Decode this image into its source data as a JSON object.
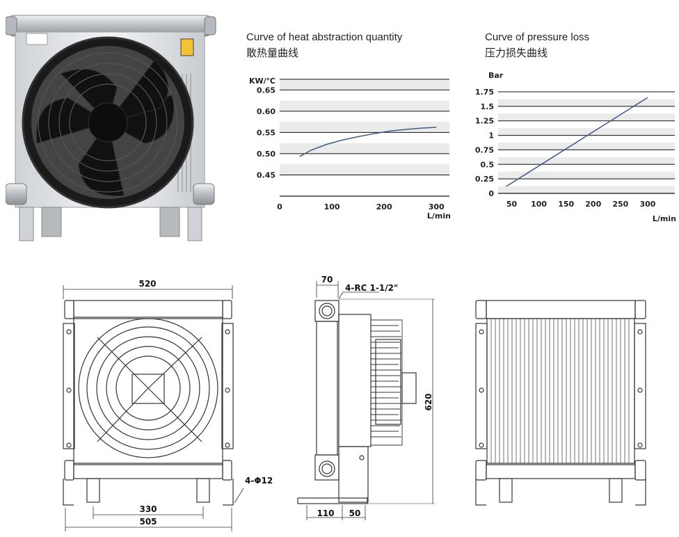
{
  "product_photo": {
    "name": "air-cooled oil cooler with axial fan"
  },
  "charts_text": {
    "heat_title_en": "Curve of heat abstraction quantity",
    "heat_title_zh": "散热量曲线",
    "pressure_title_en": "Curve of pressure loss",
    "pressure_title_zh": "压力损失曲线"
  },
  "chart_data": [
    {
      "type": "line",
      "title": "Curve of heat abstraction quantity 散热量曲线",
      "ylabel": "KW/℃",
      "xlabel": "L/min",
      "xlim": [
        0,
        325
      ],
      "ylim": [
        0.4,
        0.675
      ],
      "x_ticks": [
        "0",
        "100",
        "200",
        "300"
      ],
      "x_tick_values": [
        0,
        100,
        200,
        300
      ],
      "y_ticks": [
        "0.45",
        "0.50",
        "0.55",
        "0.60",
        "0.65"
      ],
      "y_tick_values": [
        0.45,
        0.5,
        0.55,
        0.6,
        0.65
      ],
      "grid": true,
      "banded_background": true,
      "line_color": "#3e5a8a",
      "series": [
        {
          "x": [
            38,
            60,
            90,
            120,
            150,
            180,
            210,
            240,
            270,
            300
          ],
          "y": [
            0.493,
            0.508,
            0.522,
            0.532,
            0.54,
            0.547,
            0.553,
            0.557,
            0.56,
            0.562
          ]
        }
      ]
    },
    {
      "type": "line",
      "title": "Curve of pressure loss 压力损失曲线",
      "ylabel": "Bar",
      "xlabel": "L/min",
      "xlim": [
        25,
        350
      ],
      "ylim": [
        0,
        1.75
      ],
      "x_ticks": [
        "50",
        "100",
        "150",
        "200",
        "250",
        "300"
      ],
      "x_tick_values": [
        50,
        100,
        150,
        200,
        250,
        300
      ],
      "y_ticks": [
        "0",
        "0.25",
        "0.5",
        "0.75",
        "1",
        "1.25",
        "1.5",
        "1.75"
      ],
      "y_tick_values": [
        0,
        0.25,
        0.5,
        0.75,
        1,
        1.25,
        1.5,
        1.75
      ],
      "grid": true,
      "banded_background": true,
      "line_color": "#3e5a8a",
      "series": [
        {
          "x": [
            40,
            300
          ],
          "y": [
            0.12,
            1.65
          ]
        }
      ]
    }
  ],
  "dimensions": {
    "front_width": "520",
    "front_mount_spacing": "330",
    "front_base_width": "505",
    "front_holes": "4-Φ12",
    "side_port_offset": "70",
    "side_ports": "4-RC 1-1/2\"",
    "side_height": "620",
    "side_base": "110",
    "side_foot": "50"
  },
  "colors": {
    "grid_band": "#ebebeb",
    "grid_line": "#111111",
    "curve": "#3e5a8a",
    "drawing_line": "#333333"
  }
}
